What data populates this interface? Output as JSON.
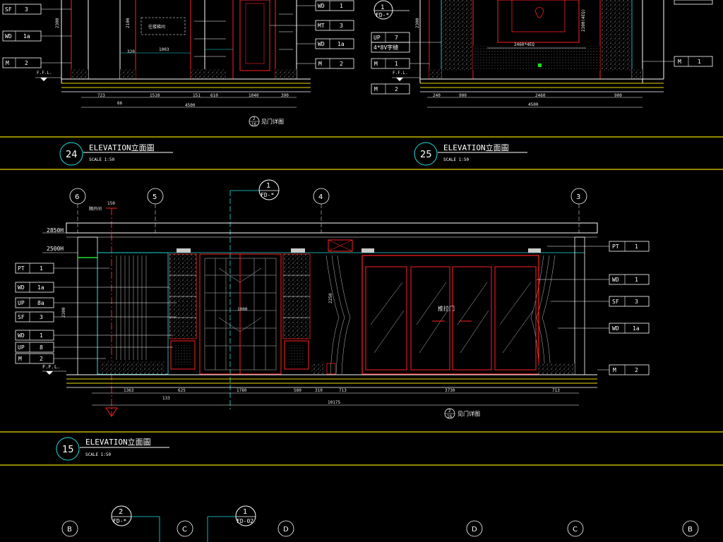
{
  "top_left": {
    "tags": [
      {
        "code": "SF",
        "num": "3"
      },
      {
        "code": "WD",
        "num": "1a"
      },
      {
        "code": "M",
        "num": "2"
      }
    ],
    "right_tags": [
      {
        "code": "WD",
        "num": "1"
      },
      {
        "code": "MT",
        "num": "3"
      },
      {
        "code": "WD",
        "num": "1a"
      },
      {
        "code": "M",
        "num": "2"
      }
    ],
    "ffl": "F.F.L.",
    "room_label": "往楼梯间",
    "dims": [
      "723",
      "1510",
      "151",
      "610",
      "1040",
      "390"
    ],
    "dim_sub": "66",
    "dim_mid": "1003",
    "dim_left_v": "2300",
    "dim_left_v2": "2100",
    "dim_small": "320",
    "total": "4500",
    "detail_note": "见门详图",
    "detail_mark_top": "2",
    "detail_mark_bottom": "16"
  },
  "top_right": {
    "marker_num": "1",
    "marker_code": "FD-*",
    "tags": [
      {
        "code": "UP",
        "num": "7"
      },
      {
        "code": "M",
        "num": "1"
      },
      {
        "code": "M",
        "num": "2"
      }
    ],
    "note": "4*8V字缝",
    "right_tags": [
      {
        "code": "M",
        "num": "1"
      }
    ],
    "ffl": "F.F.L.",
    "dims": [
      "240",
      "900",
      "2460",
      "900"
    ],
    "dim_inner": "2460*4EQ",
    "total": "4500",
    "dim_v": "2300",
    "dim_v2": "2300(4EQ)"
  },
  "section_24": {
    "num": "24",
    "title": "ELEVATION立面圖",
    "scale": "SCALE   1:50"
  },
  "section_25": {
    "num": "25",
    "title": "ELEVATION立面圖",
    "scale": "SCALE   1:50"
  },
  "middle": {
    "grid_marks": [
      "6",
      "5",
      "4",
      "3"
    ],
    "top_marker_num": "1",
    "top_marker_code": "FD-*",
    "level_high": "2850H",
    "level_mid": "2500H",
    "left_tags": [
      {
        "code": "PT",
        "num": "1"
      },
      {
        "code": "WD",
        "num": "1a"
      },
      {
        "code": "UP",
        "num": "8a"
      },
      {
        "code": "SF",
        "num": "3"
      },
      {
        "code": "WD",
        "num": "1"
      },
      {
        "code": "UP",
        "num": "8"
      },
      {
        "code": "M",
        "num": "2"
      }
    ],
    "right_tags": [
      {
        "code": "PT",
        "num": "1"
      },
      {
        "code": "WD",
        "num": "1"
      },
      {
        "code": "SF",
        "num": "3"
      },
      {
        "code": "WD",
        "num": "1a"
      },
      {
        "code": "M",
        "num": "2"
      }
    ],
    "ffl": "F.F.L.",
    "dims": [
      "1363",
      "625",
      "1780",
      "580",
      "310",
      "713",
      "3730",
      "713"
    ],
    "dim_under": "133",
    "total": "10175",
    "dim_v": "2300",
    "dim_v2": "2250",
    "dim_center": "1000",
    "top_dim": "150",
    "top_note": "隔开间",
    "door_note": "推拉门",
    "detail_note": "见门详图",
    "detail_mark_top": "2",
    "detail_mark_bottom": "16"
  },
  "section_15": {
    "num": "15",
    "title": "ELEVATION立面圖",
    "scale": "SCALE   1:50"
  },
  "bottom": {
    "grid_marks": [
      "B",
      "C",
      "D",
      "D",
      "C",
      "B"
    ],
    "markers": [
      {
        "num": "2",
        "code": "FD-*"
      },
      {
        "num": "1",
        "code": "FD-02"
      }
    ]
  },
  "colors": {
    "background": "#000000",
    "outline": "#ffffff",
    "frame": "#ff2020",
    "leader": "#20e0e0",
    "rule": "#e8d800",
    "hatch": "#c0c0c0"
  }
}
